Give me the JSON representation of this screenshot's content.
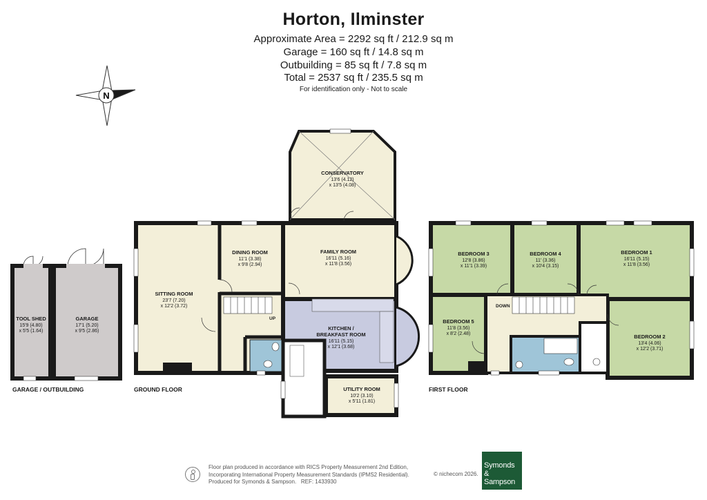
{
  "header": {
    "title": "Horton, Ilminster",
    "area_lines": [
      "Approximate Area = 2292 sq ft / 212.9 sq m",
      "Garage = 160 sq ft / 14.8 sq m",
      "Outbuilding = 85 sq ft / 7.8 sq m",
      "Total = 2537 sq ft / 235.5 sq m"
    ],
    "note": "For identification only - Not to scale"
  },
  "compass": {
    "label": "N"
  },
  "floors": {
    "outbuilding_label": "GARAGE / OUTBUILDING",
    "ground_label": "GROUND FLOOR",
    "first_label": "FIRST FLOOR"
  },
  "rooms": {
    "tool_shed": {
      "name": "TOOL SHED",
      "dim1": "15'9 (4.80)",
      "dim2": "x 5'5 (1.64)"
    },
    "garage": {
      "name": "GARAGE",
      "dim1": "17'1 (5.20)",
      "dim2": "x 9'5 (2.86)"
    },
    "sitting_room": {
      "name": "SITTING ROOM",
      "dim1": "23'7 (7.20)",
      "dim2": "x 12'2 (3.72)"
    },
    "dining_room": {
      "name": "DINING ROOM",
      "dim1": "11'1 (3.38)",
      "dim2": "x 9'8 (2.94)"
    },
    "family_room": {
      "name": "FAMILY ROOM",
      "dim1": "16'11 (5.16)",
      "dim2": "x 11'8 (3.56)"
    },
    "conservatory": {
      "name": "CONSERVATORY",
      "dim1": "13'6 (4.12)",
      "dim2": "x 13'5 (4.08)"
    },
    "kitchen": {
      "name1": "KITCHEN /",
      "name2": "BREAKFAST ROOM",
      "dim1": "16'11 (5.15)",
      "dim2": "x 12'1 (3.68)"
    },
    "utility_room": {
      "name": "UTILITY ROOM",
      "dim1": "10'2 (3.10)",
      "dim2": "x 5'11 (1.81)"
    },
    "bedroom3": {
      "name": "BEDROOM 3",
      "dim1": "12'8 (3.86)",
      "dim2": "x 11'1 (3.39)"
    },
    "bedroom4": {
      "name": "BEDROOM 4",
      "dim1": "11' (3.36)",
      "dim2": "x 10'4 (3.15)"
    },
    "bedroom1": {
      "name": "BEDROOM 1",
      "dim1": "16'11 (5.15)",
      "dim2": "x 11'8 (3.56)"
    },
    "bedroom5": {
      "name": "BEDROOM 5",
      "dim1": "11'8 (3.56)",
      "dim2": "x 8'2 (2.48)"
    },
    "bedroom2": {
      "name": "BEDROOM 2",
      "dim1": "13'4 (4.06)",
      "dim2": "x 12'2 (3.71)"
    }
  },
  "stairs": {
    "up": "UP",
    "down": "DOWN"
  },
  "footer": {
    "line1": "Floor plan produced in accordance with RICS Property Measurement 2nd Edition,",
    "line2": "Incorporating International Property Measurement Standards (IPMS2 Residential).",
    "line3_prefix": "Produced for Symonds & Sampson.",
    "ref": "REF:  1433930",
    "copyright": "© nichecom 2026.",
    "logo_line1": "Symonds",
    "logo_line2": "& Sampson"
  },
  "colors": {
    "living": "#f3efd9",
    "bedroom": "#c6d9a6",
    "kitchen": "#c8cbe0",
    "bathroom": "#9fc5d8",
    "garage": "#cfcbcb",
    "wall": "#1a1a1a",
    "logo": "#1d5a36"
  }
}
